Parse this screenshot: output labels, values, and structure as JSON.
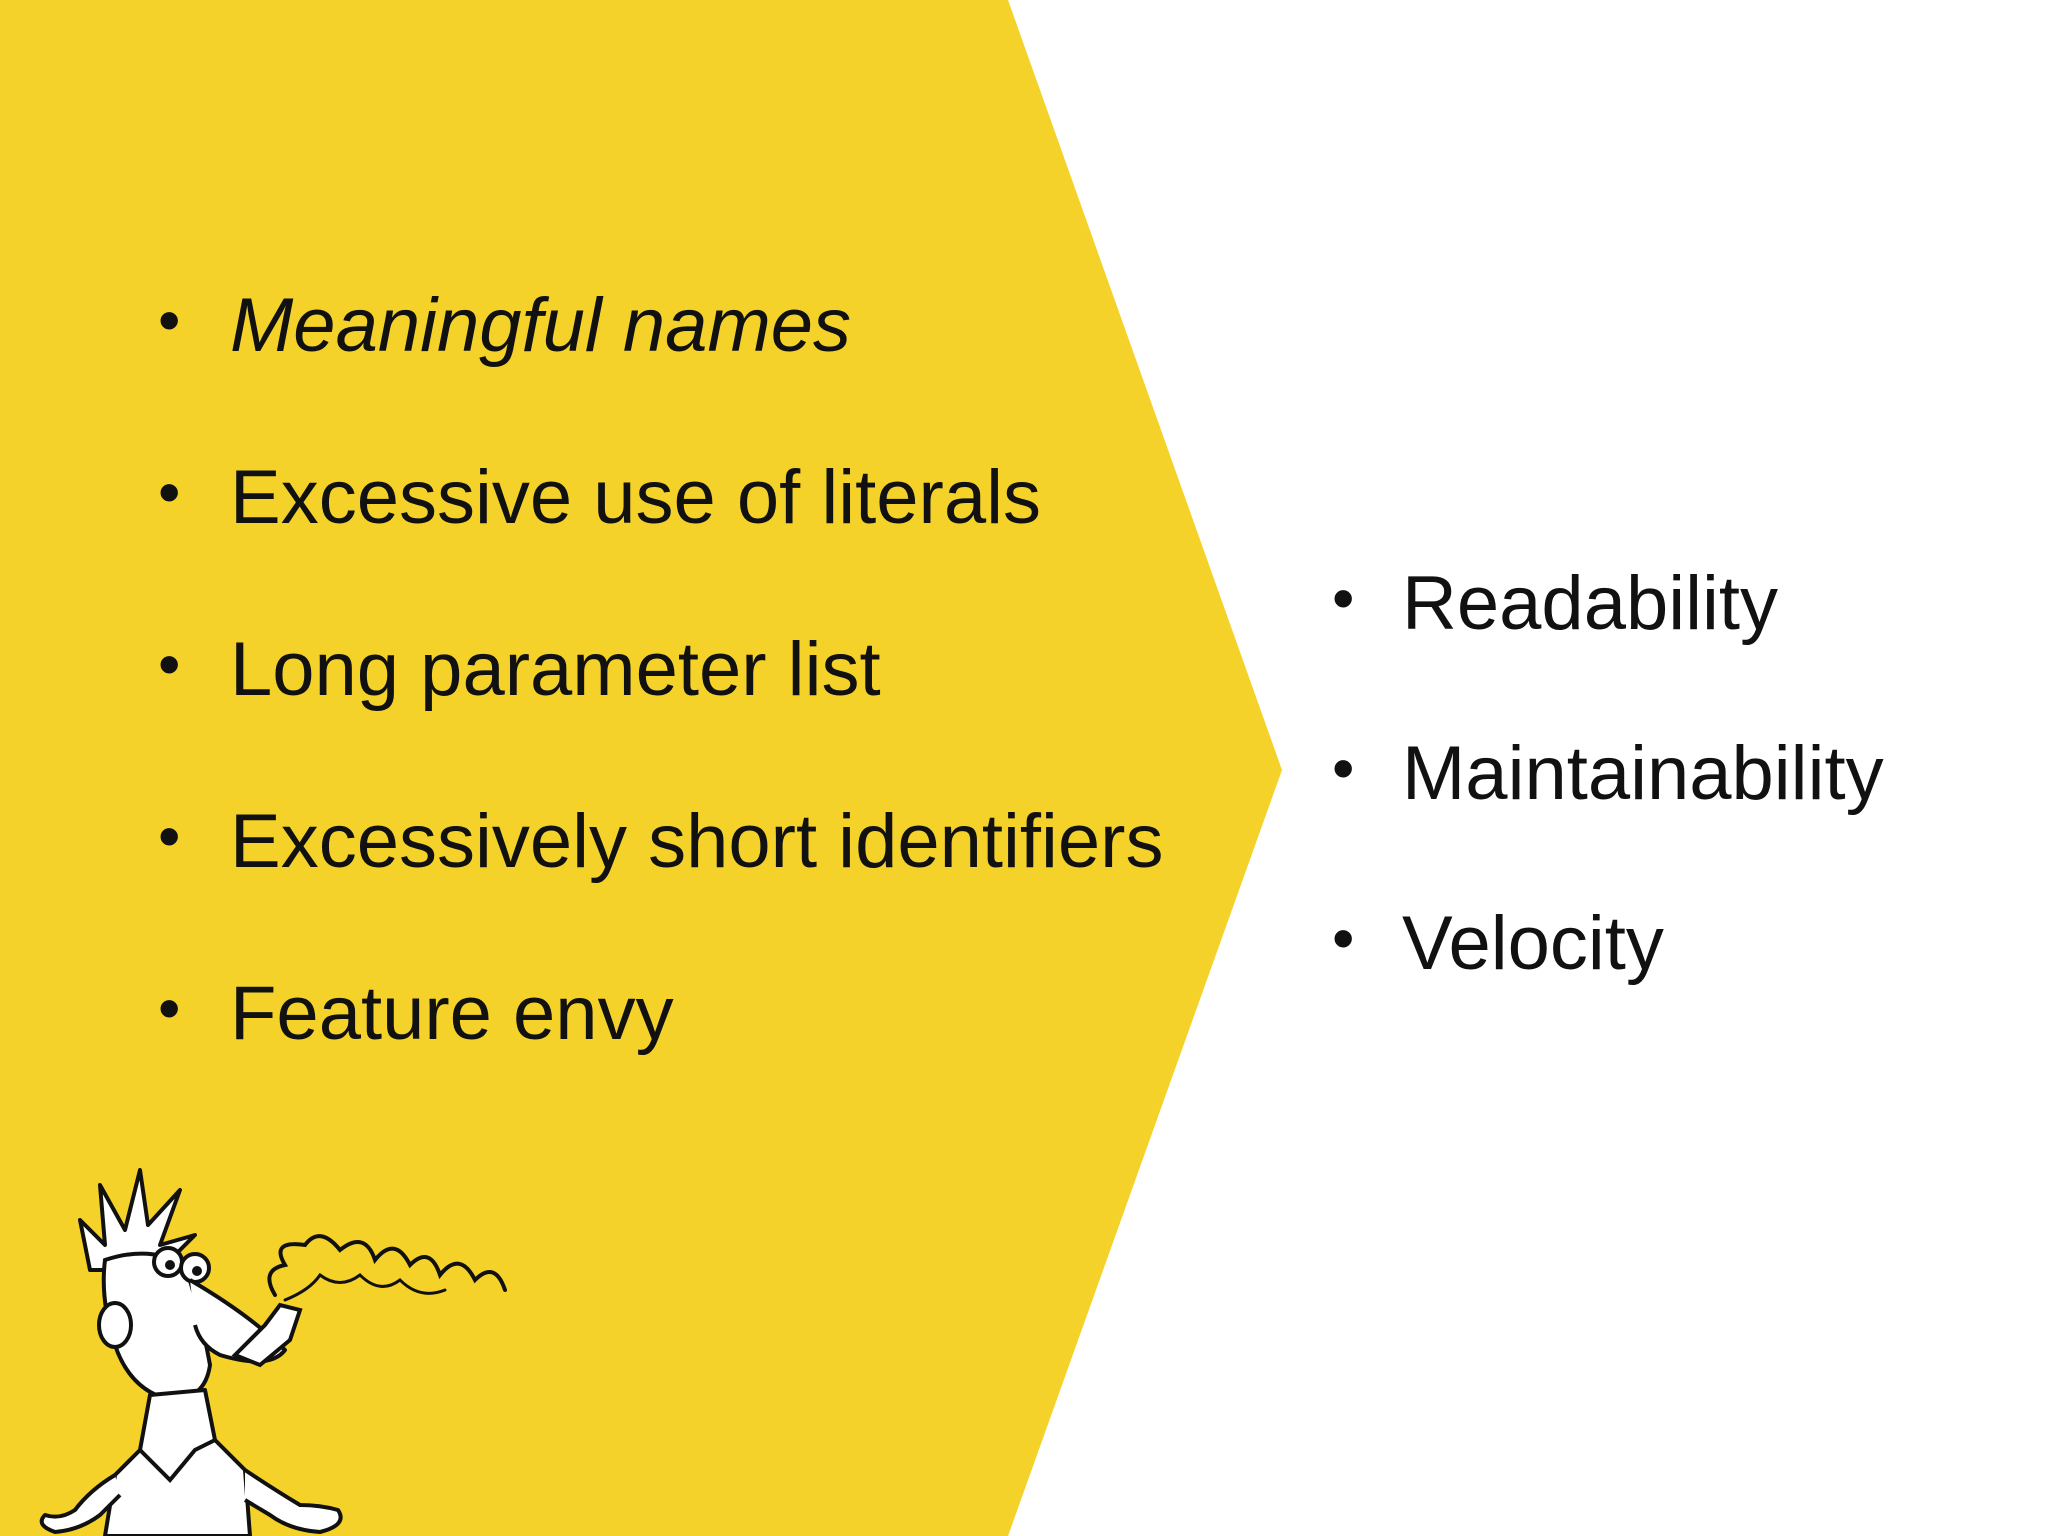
{
  "slide": {
    "colors": {
      "background": "#ffffff",
      "accent_yellow": "#f5d22a",
      "text": "#111111"
    },
    "bullet_symbol": "•",
    "left_list": [
      {
        "label": "Meaningful names",
        "italic": true
      },
      {
        "label": "Excessive use of literals",
        "italic": false
      },
      {
        "label": "Long parameter list",
        "italic": false
      },
      {
        "label": "Excessively short identifiers",
        "italic": false
      },
      {
        "label": "Feature envy",
        "italic": false
      }
    ],
    "right_list": [
      {
        "label": "Readability"
      },
      {
        "label": "Maintainability"
      },
      {
        "label": "Velocity"
      }
    ],
    "illustration": "cartoon-man-smoking-pipe"
  }
}
